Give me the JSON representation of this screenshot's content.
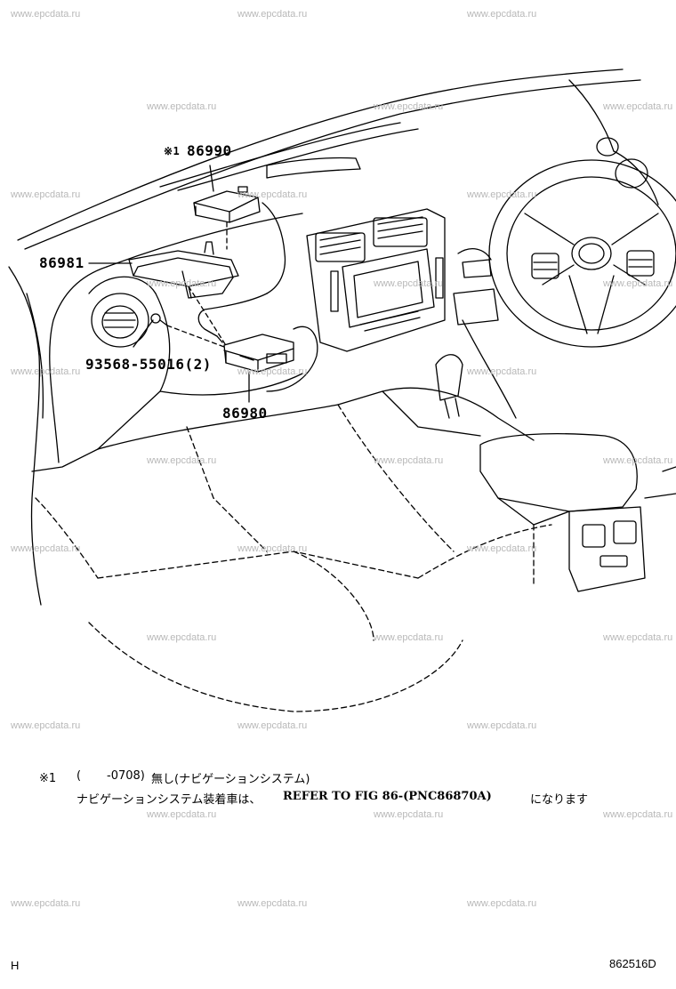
{
  "watermark": "www.epcdata.ru",
  "parts": {
    "p86990_prefix": "※1",
    "p86990": "86990",
    "p86981": "86981",
    "p93568": "93568-55016(2)",
    "p86980": "86980"
  },
  "note": {
    "mark": "※1",
    "line1_paren_open": "(",
    "line1_code": "-0708)",
    "line1_text": "無し(ナビゲーションシステム)",
    "line2_prefix": "ナビゲーションシステム装着車は、",
    "line2_ref": "REFER TO FIG 86-(PNC86870A)",
    "line2_suffix": "になります"
  },
  "footer": {
    "left": "H",
    "right": "862516D"
  }
}
